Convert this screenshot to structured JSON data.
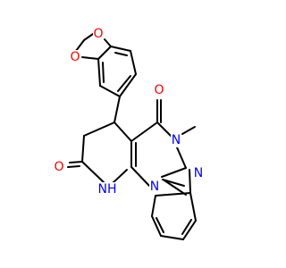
{
  "structure": {
    "atoms": [
      {
        "id": "o_dioxole_top",
        "label": "O",
        "color": "#ff0000"
      },
      {
        "id": "o_dioxole_left",
        "label": "O",
        "color": "#ff0000"
      },
      {
        "id": "o_ketone",
        "label": "O",
        "color": "#ff0000"
      },
      {
        "id": "n_methyl",
        "label": "N",
        "color": "#0000ff"
      },
      {
        "id": "n_imidazole",
        "label": "N",
        "color": "#0000ff"
      },
      {
        "id": "n_bridge",
        "label": "N",
        "color": "#0000ff"
      },
      {
        "id": "nh_lactam",
        "label": "NH",
        "color": "#0000ff"
      },
      {
        "id": "o_lactam",
        "label": "O",
        "color": "#ff0000"
      }
    ]
  }
}
